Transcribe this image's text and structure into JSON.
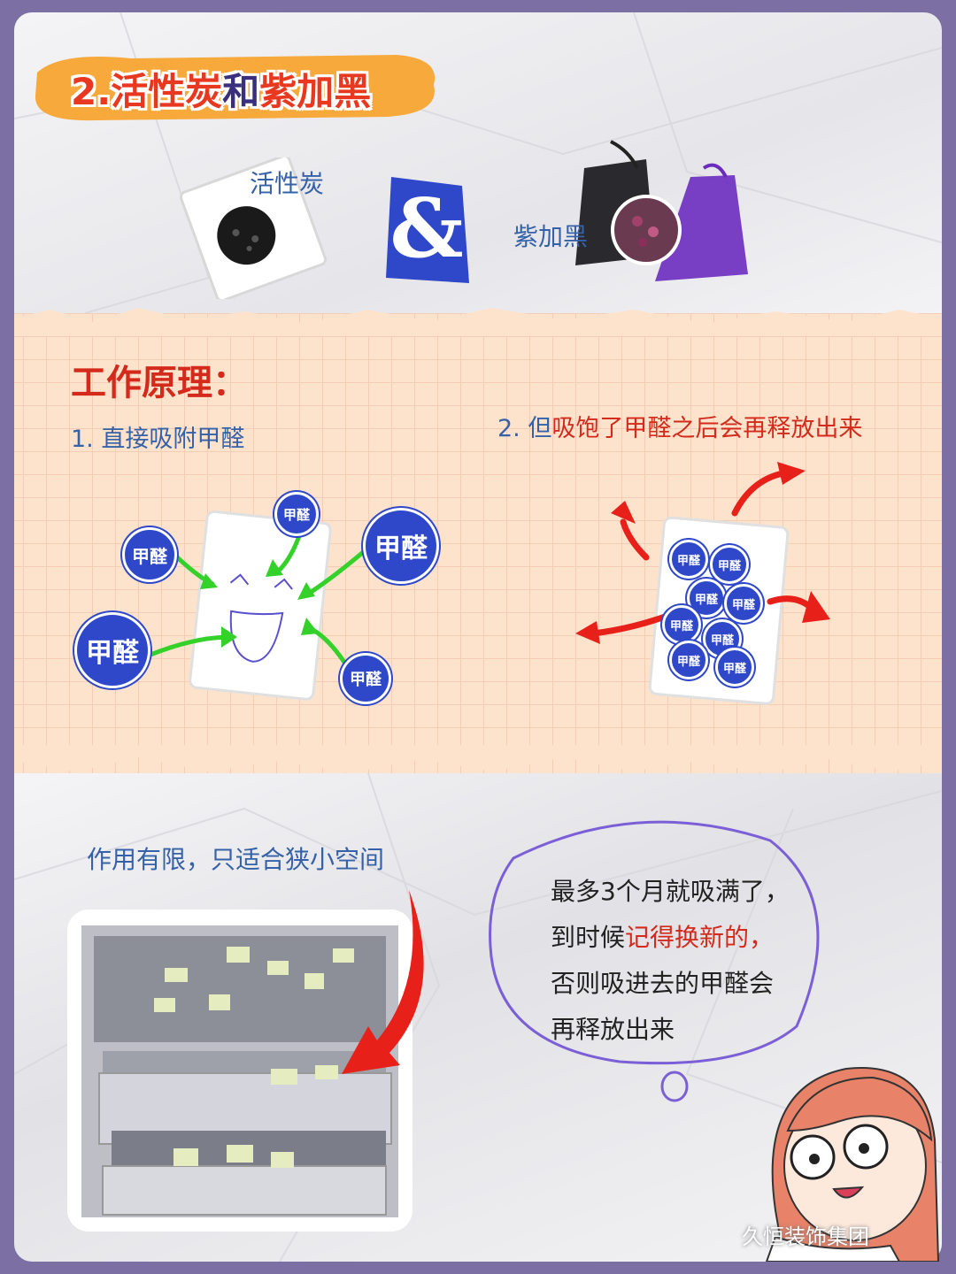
{
  "title": {
    "num": "2.",
    "part1": "活性炭",
    "and": "和",
    "part2": "紫加黑"
  },
  "product_labels": {
    "charcoal": "活性炭",
    "purple": "紫加黑"
  },
  "principle": {
    "heading": "工作原理：",
    "step1": "1. 直接吸附甲醛",
    "step2_prefix": "2. 但",
    "step2_red": "吸饱了甲醛之后会再释放出来"
  },
  "molecule_label": "甲醛",
  "limit_text": "作用有限，只适合狭小空间",
  "thought": {
    "line1": "最多3个月就吸满了，",
    "line2_prefix": "到时候",
    "line2_red": "记得换新的，",
    "line3": "否则吸进去的甲醛会",
    "line4": "再释放出来"
  },
  "watermark": "久恒装饰集团",
  "colors": {
    "accent_red": "#d42a1c",
    "text_blue": "#3561a8",
    "molecule_blue": "#2f47c9",
    "frame": "#7b6fa3",
    "band": "#fde3cc"
  }
}
